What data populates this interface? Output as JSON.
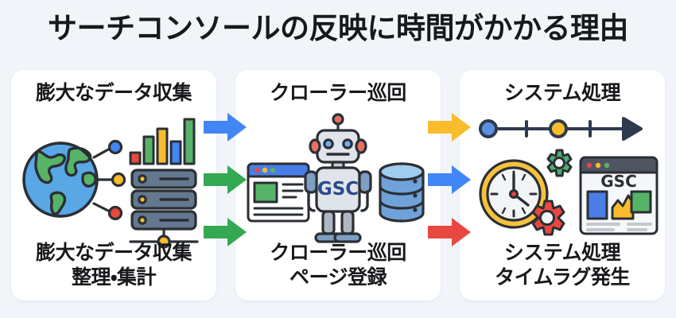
{
  "title": "サーチコンソールの反映に時間がかかる理由",
  "background_color": "#f1f5f9",
  "title_color": "#17191c",
  "cards": [
    {
      "heading": "膨大なデータ収集",
      "caption_line1": "膨大なデータ収集",
      "caption_line2": "整理・集計",
      "icons": [
        "globe-icon",
        "bar-chart-icon",
        "server-stack-icon",
        "data-node-icon"
      ]
    },
    {
      "heading": "クローラー巡回",
      "caption_line1": "クローラー巡回",
      "caption_line2": "ページ登録",
      "robot_label": "GSC",
      "icons": [
        "browser-window-icon",
        "robot-icon",
        "database-icon"
      ]
    },
    {
      "heading": "システム処理",
      "caption_line1": "システム処理",
      "caption_line2": "タイムラグ発生",
      "dashboard_label": "GSC",
      "icons": [
        "timeline-icon",
        "clock-icon",
        "gear-icon",
        "dashboard-icon"
      ]
    }
  ],
  "arrows": {
    "left_column": [
      {
        "name": "arrow-stage1-to-stage2-top",
        "color": "#4285f4"
      },
      {
        "name": "arrow-stage1-to-stage2-middle",
        "color": "#34a853"
      },
      {
        "name": "arrow-stage1-to-stage2-bottom",
        "color": "#34a853"
      }
    ],
    "right_column": [
      {
        "name": "arrow-stage2-to-stage3-top",
        "color": "#f9bc2c"
      },
      {
        "name": "arrow-stage2-to-stage3-middle",
        "color": "#4285f4"
      },
      {
        "name": "arrow-stage2-to-stage3-bottom",
        "color": "#e8483f"
      }
    ]
  },
  "palette": {
    "blue": "#4285f4",
    "green": "#34a853",
    "yellow": "#f9bc2c",
    "red": "#e8483f",
    "ink": "#2e3a4d",
    "card_bg": "#ffffff"
  }
}
